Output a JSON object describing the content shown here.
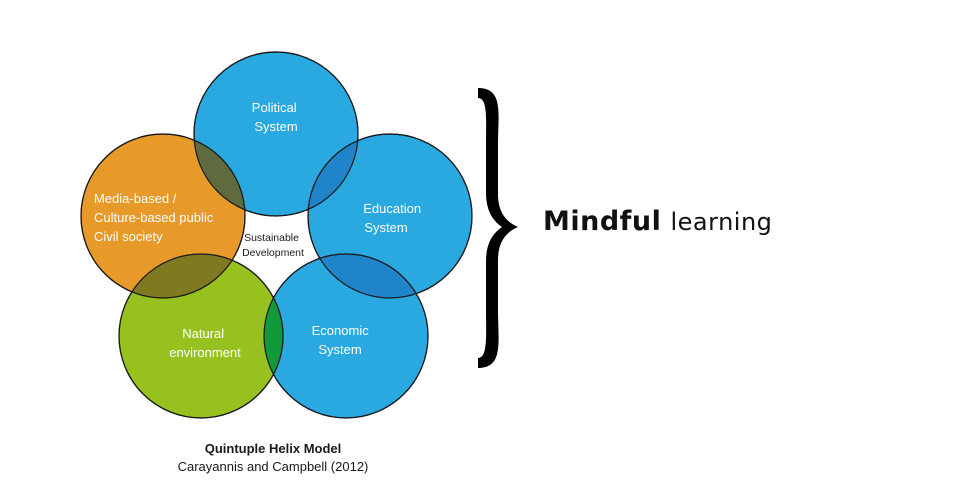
{
  "circles": [
    {
      "id": "political",
      "lines": [
        "Political",
        "System"
      ],
      "color": "#29a9e0"
    },
    {
      "id": "education",
      "lines": [
        "Education",
        "System"
      ],
      "color": "#29a9e0"
    },
    {
      "id": "economic",
      "lines": [
        "Economic",
        "System"
      ],
      "color": "#29a9e0"
    },
    {
      "id": "natural",
      "lines": [
        "Natural",
        "environment"
      ],
      "color": "#97c11f"
    },
    {
      "id": "media",
      "lines": [
        "Media-based /",
        "Culture-based public",
        "Civil society"
      ],
      "color": "#e7992a"
    }
  ],
  "center": {
    "lines": [
      "Sustainable",
      "Development"
    ]
  },
  "caption": {
    "title": "Quintuple Helix Model",
    "subtitle": "Carayannis and Campbell (2012)"
  },
  "side": {
    "bold": "Mindful",
    "rest": "learning"
  },
  "overlap_colors": {
    "media_political": "#5f6b3f",
    "political_education": "#1f84c9",
    "education_economic": "#1f84c9",
    "economic_natural": "#11993b",
    "natural_media": "#7f7a21"
  }
}
